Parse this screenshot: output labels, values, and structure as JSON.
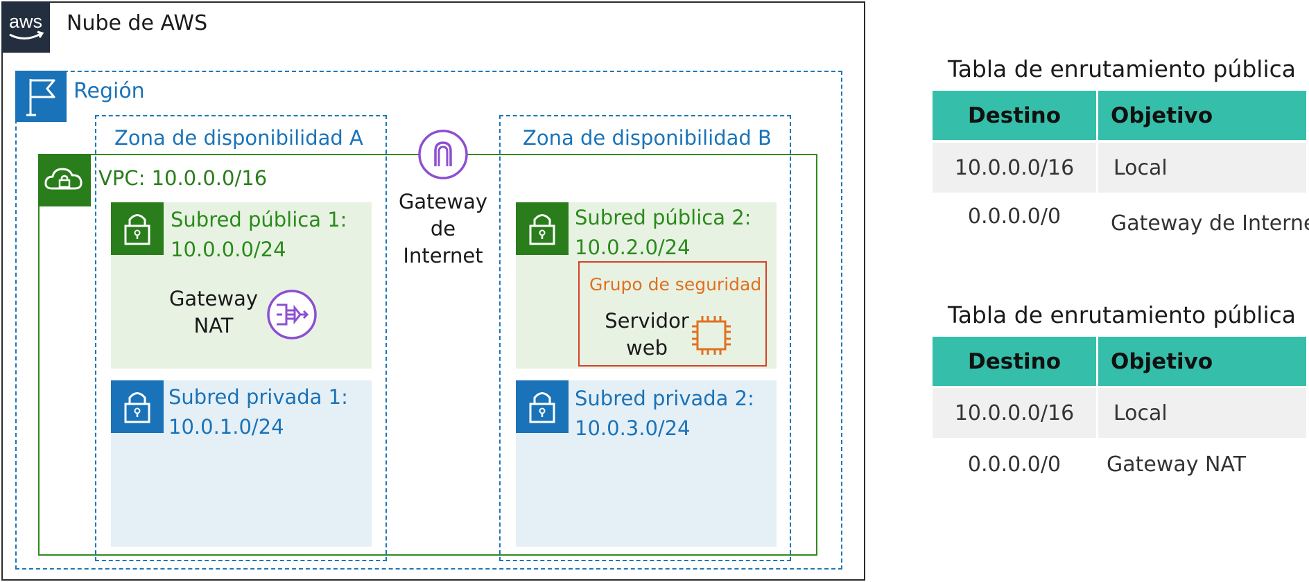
{
  "cloud": {
    "title": "Nube de AWS",
    "logo_text": "aws"
  },
  "region": {
    "label": "Región"
  },
  "availability_zones": [
    {
      "label": "Zona de disponibilidad  A"
    },
    {
      "label": "Zona de disponibilidad B"
    }
  ],
  "vpc": {
    "label": "VPC: 10.0.0.0/16"
  },
  "internet_gateway": {
    "line1": "Gateway",
    "line2": "de",
    "line3": "Internet"
  },
  "subnets": {
    "public1": {
      "line1": "Subred pública 1:",
      "line2": "10.0.0.0/24"
    },
    "public2": {
      "line1": "Subred pública 2:",
      "line2": "10.0.2.0/24"
    },
    "private1": {
      "line1": "Subred privada 1:",
      "line2": "10.0.1.0/24"
    },
    "private2": {
      "line1": "Subred privada 2:",
      "line2": "10.0.3.0/24"
    }
  },
  "nat_gateway": {
    "line1": "Gateway",
    "line2": "NAT"
  },
  "security_group": {
    "label": "Grupo de seguridad"
  },
  "web_server": {
    "line1": "Servidor",
    "line2": "web"
  },
  "route_tables": [
    {
      "title": "Tabla de enrutamiento pública",
      "headers": [
        "Destino",
        "Objetivo"
      ],
      "rows": [
        [
          "10.0.0.0/16",
          "Local"
        ],
        [
          "0.0.0.0/0",
          "Gateway de Internet"
        ]
      ]
    },
    {
      "title": "Tabla de enrutamiento pública",
      "headers": [
        "Destino",
        "Objetivo"
      ],
      "rows": [
        [
          "10.0.0.0/16",
          "Local"
        ],
        [
          "0.0.0.0/0",
          "Gateway NAT"
        ]
      ]
    }
  ],
  "colors": {
    "region_blue": "#1a73b8",
    "vpc_green": "#2a7d1b",
    "public_subnet_bg": "#e8f2e3",
    "private_subnet_bg": "#e5eff6",
    "table_header": "#35bfaa",
    "security_group_border": "#d6402a",
    "gateway_purple": "#8c4fd1",
    "ec2_orange": "#e07020"
  }
}
